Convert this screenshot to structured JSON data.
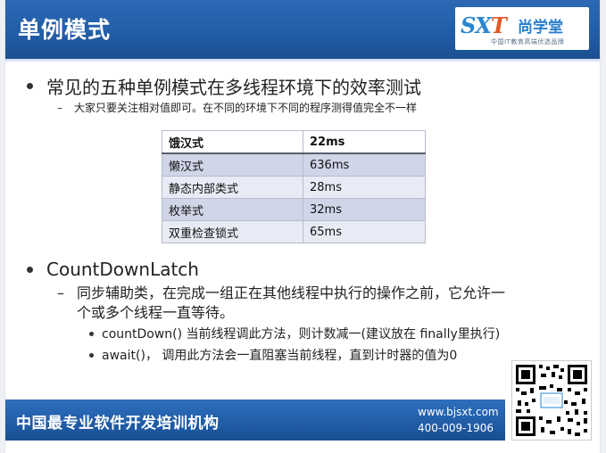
{
  "header": {
    "title": "单例模式",
    "logo_mark_1": "SX",
    "logo_mark_2": "T",
    "logo_name": "尚学堂",
    "logo_tagline": "中国IT教育高端优选品牌"
  },
  "section1": {
    "bullet": "常见的五种单例模式在多线程环境下的效率测试",
    "note": "大家只要关注相对值即可。在不同的环境下不同的程序测得值完全不一样",
    "dash": "–"
  },
  "table": {
    "rows": [
      {
        "name": "饿汉式",
        "time": "22ms"
      },
      {
        "name": "懒汉式",
        "time": "636ms"
      },
      {
        "name": "静态内部类式",
        "time": "28ms"
      },
      {
        "name": "枚举式",
        "time": "32ms"
      },
      {
        "name": "双重检查锁式",
        "time": "65ms"
      }
    ]
  },
  "section2": {
    "bullet": "CountDownLatch",
    "dash": "–",
    "desc_line1": "同步辅助类，在完成一组正在其他线程中执行的操作之前，它允许一",
    "desc_line2": "个或多个线程一直等待。",
    "points": [
      "countDown()  当前线程调此方法，则计数减一(建议放在 finally里执行)",
      "await()，   调用此方法会一直阻塞当前线程，直到计时器的值为0"
    ]
  },
  "footer": {
    "slogan": "中国最专业软件开发培训机构",
    "website": "www.bjsxt.com",
    "phone": "400-009-1906"
  }
}
